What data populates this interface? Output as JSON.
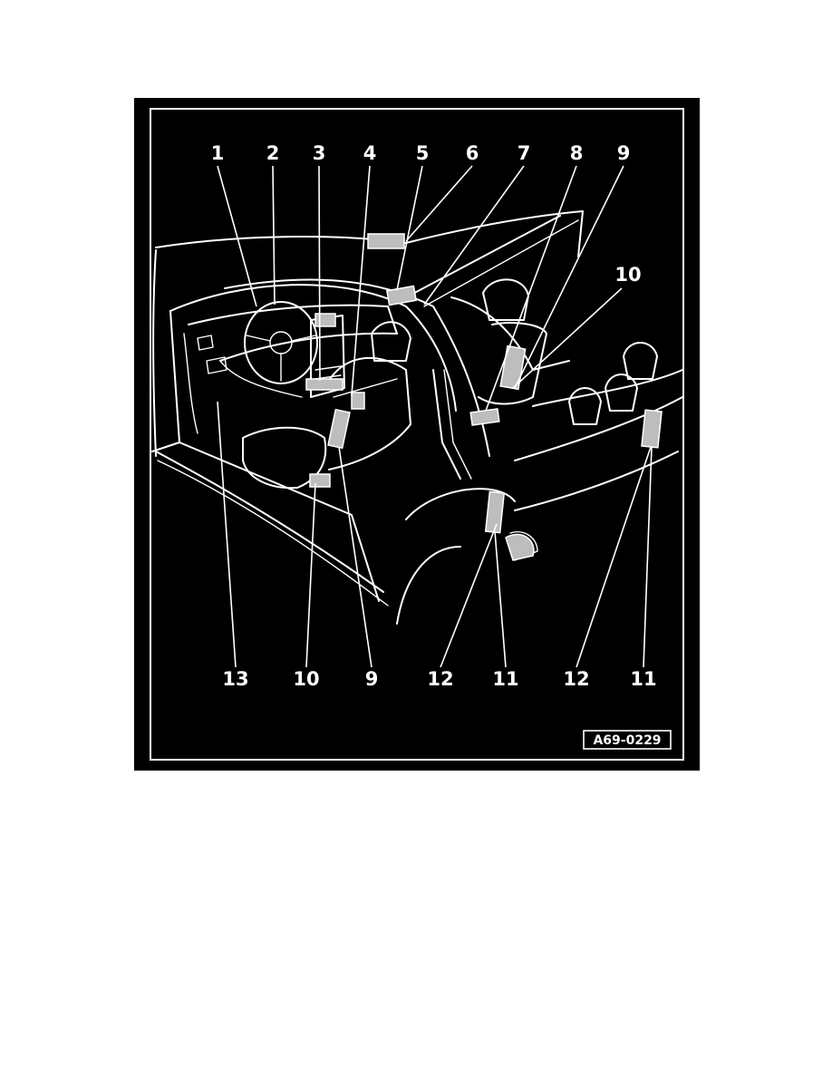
{
  "figure": {
    "reference_code": "A69-0229",
    "callouts_top": [
      "1",
      "2",
      "3",
      "4",
      "5",
      "6",
      "7",
      "8",
      "9"
    ],
    "callout_right": "10",
    "callouts_bottom": [
      "13",
      "10",
      "9",
      "12",
      "11",
      "12",
      "11"
    ]
  },
  "colors": {
    "page_background": "#ffffff",
    "panel_background": "#000000",
    "line_color": "#ffffff",
    "component_fill": "#bdbdbd"
  }
}
